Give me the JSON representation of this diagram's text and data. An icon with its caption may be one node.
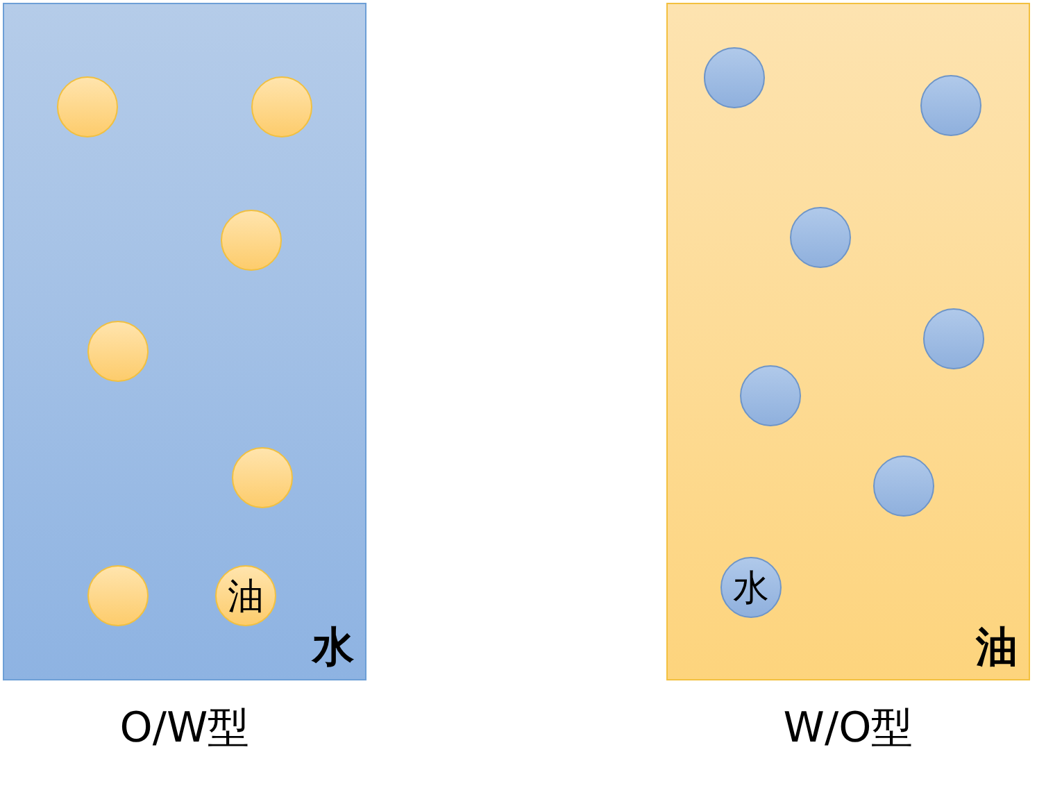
{
  "diagram": {
    "nodes": [
      {
        "text": [
          "水"
        ],
        "beside": [
          "O/W型"
        ]
      },
      {
        "text": [],
        "shape": "circle",
        "in": 0
      },
      {
        "text": [],
        "shape": "circle",
        "in": 0
      },
      {
        "text": [],
        "shape": "circle",
        "in": 0
      },
      {
        "text": [],
        "shape": "circle",
        "in": 0
      },
      {
        "text": [],
        "shape": "circle",
        "in": 0
      },
      {
        "text": [],
        "shape": "circle",
        "in": 0
      },
      {
        "text": [
          "油"
        ],
        "in": 0
      },
      {
        "text": [
          "油"
        ],
        "beside": [
          "W/O型"
        ]
      },
      {
        "text": [],
        "shape": "circle",
        "in": 8
      },
      {
        "text": [],
        "shape": "circle",
        "in": 8
      },
      {
        "text": [],
        "shape": "circle",
        "in": 8
      },
      {
        "text": [],
        "shape": "circle",
        "in": 8
      },
      {
        "text": [],
        "shape": "circle",
        "in": 8
      },
      {
        "text": [],
        "shape": "circle",
        "in": 8
      },
      {
        "text": [
          "水"
        ],
        "in": 8
      }
    ]
  }
}
